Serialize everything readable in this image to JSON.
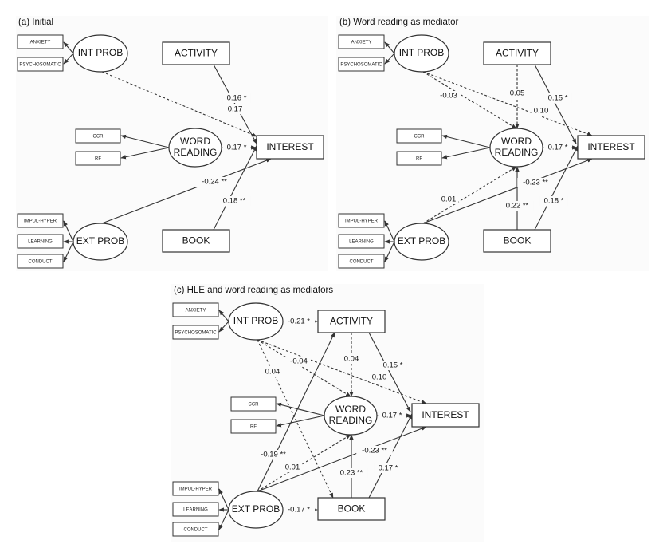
{
  "panels": [
    {
      "id": "a",
      "title": "(a) Initial",
      "nodes": {
        "anxiety": "ANXIETY",
        "psychosomatic": "PSYCHOSOMATIC",
        "int_prob": "INT PROB",
        "activity": "ACTIVITY",
        "ccr": "CCR",
        "rf": "RF",
        "word_reading_1": "WORD",
        "word_reading_2": "READING",
        "interest": "INTEREST",
        "impul_hyper": "IMPUL-HYPER",
        "learning": "LEARNING",
        "conduct": "CONDUCT",
        "ext_prob": "EXT PROB",
        "book": "BOOK"
      },
      "paths": [
        {
          "from": "INT PROB",
          "to": "INTEREST",
          "coef": "0.17",
          "style": "dashed"
        },
        {
          "from": "ACTIVITY",
          "to": "INTEREST",
          "coef": "0.16 *",
          "style": "solid"
        },
        {
          "from": "WORD READING",
          "to": "INTEREST",
          "coef": "0.17 *",
          "style": "solid"
        },
        {
          "from": "EXT PROB",
          "to": "INTEREST",
          "coef": "-0.24 **",
          "style": "solid"
        },
        {
          "from": "BOOK",
          "to": "INTEREST",
          "coef": "0.18 **",
          "style": "solid"
        }
      ]
    },
    {
      "id": "b",
      "title": "(b) Word reading as mediator",
      "nodes": {
        "anxiety": "ANXIETY",
        "psychosomatic": "PSYCHOSOMATIC",
        "int_prob": "INT PROB",
        "activity": "ACTIVITY",
        "ccr": "CCR",
        "rf": "RF",
        "word_reading_1": "WORD",
        "word_reading_2": "READING",
        "interest": "INTEREST",
        "impul_hyper": "IMPUL-HYPER",
        "learning": "LEARNING",
        "conduct": "CONDUCT",
        "ext_prob": "EXT PROB",
        "book": "BOOK"
      },
      "paths": [
        {
          "from": "INT PROB",
          "to": "WORD READING",
          "coef": "-0.03",
          "style": "dashed"
        },
        {
          "from": "ACTIVITY",
          "to": "WORD READING",
          "coef": "0.05",
          "style": "dashed"
        },
        {
          "from": "INT PROB",
          "to": "INTEREST",
          "coef": "0.10",
          "style": "dashed"
        },
        {
          "from": "ACTIVITY",
          "to": "INTEREST",
          "coef": "0.15 *",
          "style": "solid"
        },
        {
          "from": "WORD READING",
          "to": "INTEREST",
          "coef": "0.17 *",
          "style": "solid"
        },
        {
          "from": "EXT PROB",
          "to": "INTEREST",
          "coef": "-0.23 **",
          "style": "solid"
        },
        {
          "from": "EXT PROB",
          "to": "WORD READING",
          "coef": "0.01",
          "style": "dashed"
        },
        {
          "from": "BOOK",
          "to": "WORD READING",
          "coef": "0.22 **",
          "style": "solid"
        },
        {
          "from": "BOOK",
          "to": "INTEREST",
          "coef": "0.18 *",
          "style": "solid"
        }
      ]
    },
    {
      "id": "c",
      "title": "(c) HLE and word reading as mediators",
      "nodes": {
        "anxiety": "ANXIETY",
        "psychosomatic": "PSYCHOSOMATIC",
        "int_prob": "INT PROB",
        "activity": "ACTIVITY",
        "ccr": "CCR",
        "rf": "RF",
        "word_reading_1": "WORD",
        "word_reading_2": "READING",
        "interest": "INTEREST",
        "impul_hyper": "IMPUL-HYPER",
        "learning": "LEARNING",
        "conduct": "CONDUCT",
        "ext_prob": "EXT PROB",
        "book": "BOOK"
      },
      "paths": [
        {
          "from": "INT PROB",
          "to": "ACTIVITY",
          "coef": "-0.21 *",
          "style": "solid"
        },
        {
          "from": "INT PROB",
          "to": "WORD READING",
          "coef": "-0.04",
          "style": "dashed"
        },
        {
          "from": "INT PROB",
          "to": "BOOK",
          "coef": "0.04",
          "style": "dashed"
        },
        {
          "from": "ACTIVITY",
          "to": "WORD READING",
          "coef": "0.04",
          "style": "dashed"
        },
        {
          "from": "INT PROB",
          "to": "INTEREST",
          "coef": "0.10",
          "style": "dashed"
        },
        {
          "from": "ACTIVITY",
          "to": "INTEREST",
          "coef": "0.15 *",
          "style": "solid"
        },
        {
          "from": "WORD READING",
          "to": "INTEREST",
          "coef": "0.17 *",
          "style": "solid"
        },
        {
          "from": "EXT PROB",
          "to": "ACTIVITY",
          "coef": "-0.19 **",
          "style": "solid"
        },
        {
          "from": "EXT PROB",
          "to": "WORD READING",
          "coef": "0.01",
          "style": "dashed"
        },
        {
          "from": "EXT PROB",
          "to": "INTEREST",
          "coef": "-0.23 **",
          "style": "solid"
        },
        {
          "from": "BOOK",
          "to": "WORD READING",
          "coef": "0.23 **",
          "style": "solid"
        },
        {
          "from": "BOOK",
          "to": "INTEREST",
          "coef": "0.17 *",
          "style": "solid"
        },
        {
          "from": "EXT PROB",
          "to": "BOOK",
          "coef": "-0.17 *",
          "style": "solid"
        }
      ]
    }
  ]
}
